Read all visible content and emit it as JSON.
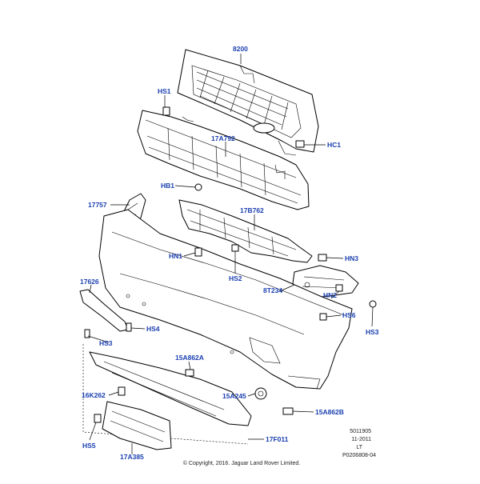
{
  "parts": [
    {
      "id": "8200",
      "label": "8200"
    },
    {
      "id": "hs1",
      "label": "HS1"
    },
    {
      "id": "17a792",
      "label": "17A792"
    },
    {
      "id": "hc1",
      "label": "HC1"
    },
    {
      "id": "hb1",
      "label": "HB1"
    },
    {
      "id": "17757",
      "label": "17757"
    },
    {
      "id": "17b762",
      "label": "17B762"
    },
    {
      "id": "hn1",
      "label": "HN1"
    },
    {
      "id": "hn3",
      "label": "HN3"
    },
    {
      "id": "hs2",
      "label": "HS2"
    },
    {
      "id": "8t234",
      "label": "8T234"
    },
    {
      "id": "hn2",
      "label": "HN2"
    },
    {
      "id": "17626",
      "label": "17626"
    },
    {
      "id": "hs6",
      "label": "HS6"
    },
    {
      "id": "hs4",
      "label": "HS4"
    },
    {
      "id": "hs3a",
      "label": "HS3"
    },
    {
      "id": "hs3b",
      "label": "HS3"
    },
    {
      "id": "15a862a",
      "label": "15A862A"
    },
    {
      "id": "16k262",
      "label": "16K262"
    },
    {
      "id": "15a245",
      "label": "15A245"
    },
    {
      "id": "15a862b",
      "label": "15A862B"
    },
    {
      "id": "hs5",
      "label": "HS5"
    },
    {
      "id": "17f011",
      "label": "17F011"
    },
    {
      "id": "17a385",
      "label": "17A385"
    }
  ],
  "meta": {
    "ref1": "5011905",
    "ref2": "11-2011",
    "ref3": "LT",
    "ref4": "P0206808-04",
    "copyright": "© Copyright, 2016. Jaguar Land Rover Limited."
  }
}
